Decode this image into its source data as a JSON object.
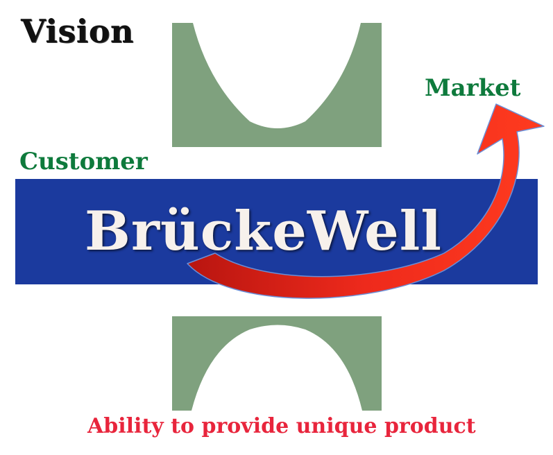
{
  "labels": {
    "vision": "Vision",
    "market": "Market",
    "customer": "Customer",
    "brand": "BrückeWell",
    "ability": "Ability to provide unique product"
  },
  "colors": {
    "vision_text": "#111111",
    "market_text": "#0e7a3c",
    "customer_text": "#0e7a3c",
    "brand_text": "#f7f1ec",
    "ability_text": "#e8253c",
    "band": "#1b3a9e",
    "pillar": "#7fa17e",
    "arrow": "#e8231a",
    "arrow_edge": "#6a8fd8"
  }
}
